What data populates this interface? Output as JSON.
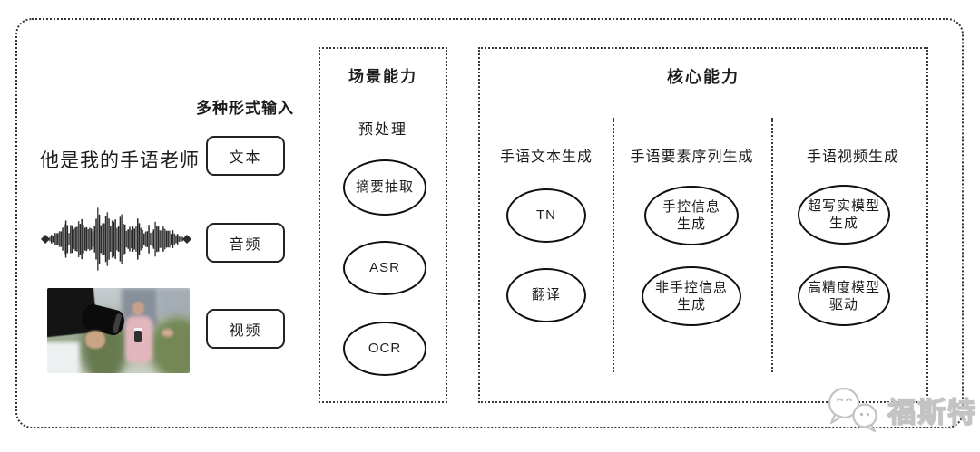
{
  "input": {
    "header": "多种形式输入",
    "sample_text": "他是我的手语老师",
    "text_label": "文本",
    "audio_label": "音频",
    "video_label": "视频"
  },
  "scene": {
    "title": "场景能力",
    "stage_label": "预处理",
    "nodes": [
      {
        "lines": [
          "摘要抽取"
        ]
      },
      {
        "lines": [
          "ASR"
        ]
      },
      {
        "lines": [
          "OCR"
        ]
      }
    ]
  },
  "core": {
    "title": "核心能力",
    "columns": [
      {
        "label": "手语文本生成",
        "nodes": [
          {
            "lines": [
              "TN"
            ]
          },
          {
            "lines": [
              "翻译"
            ]
          }
        ]
      },
      {
        "label": "手语要素序列生成",
        "nodes": [
          {
            "lines": [
              "手控信息",
              "生成"
            ]
          },
          {
            "lines": [
              "非手控信息",
              "生成"
            ]
          }
        ]
      },
      {
        "label": "手语视频生成",
        "nodes": [
          {
            "lines": [
              "超写实模型",
              "生成"
            ]
          },
          {
            "lines": [
              "高精度模型",
              "驱动"
            ]
          }
        ]
      }
    ]
  },
  "watermark": {
    "text": "福斯特",
    "icon": "chat-bubbles-icon"
  },
  "colors": {
    "line": "#101010",
    "dotted_border": "#3a3a3a",
    "watermark_gray": "#c3c3c3",
    "background": "#ffffff"
  }
}
